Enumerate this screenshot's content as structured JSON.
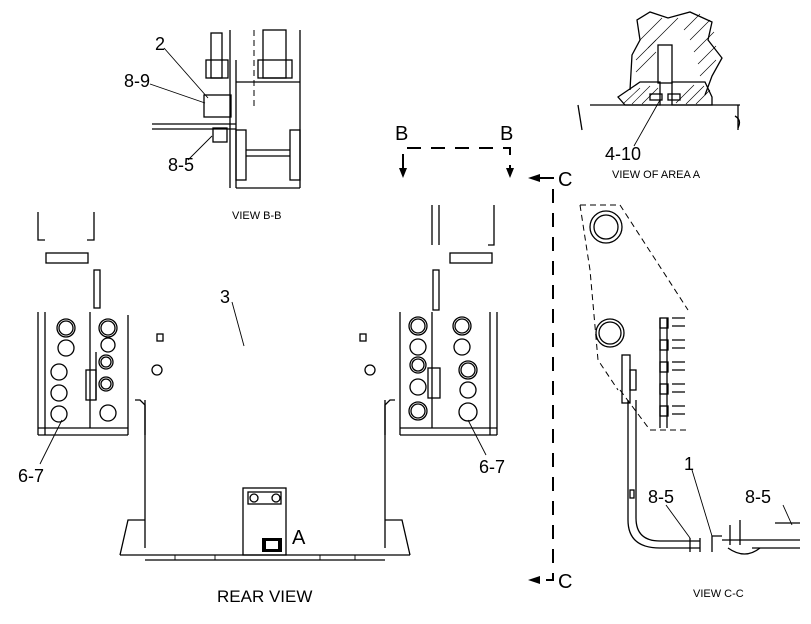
{
  "callouts": {
    "c2": "2",
    "c8_9": "8-9",
    "c8_5_top": "8-5",
    "c3": "3",
    "c6_7_left": "6-7",
    "c6_7_right": "6-7",
    "cA": "A",
    "c4_10": "4-10",
    "c1": "1",
    "c8_5_cc_left": "8-5",
    "c8_5_cc_right": "8-5"
  },
  "section_marks": {
    "b_left": "B",
    "b_right": "B",
    "c_top": "C",
    "c_bottom": "C"
  },
  "captions": {
    "view_bb": "VIEW B-B",
    "view_area_a": "VIEW OF AREA  A",
    "rear_view": "REAR VIEW",
    "view_cc": "VIEW C-C"
  }
}
